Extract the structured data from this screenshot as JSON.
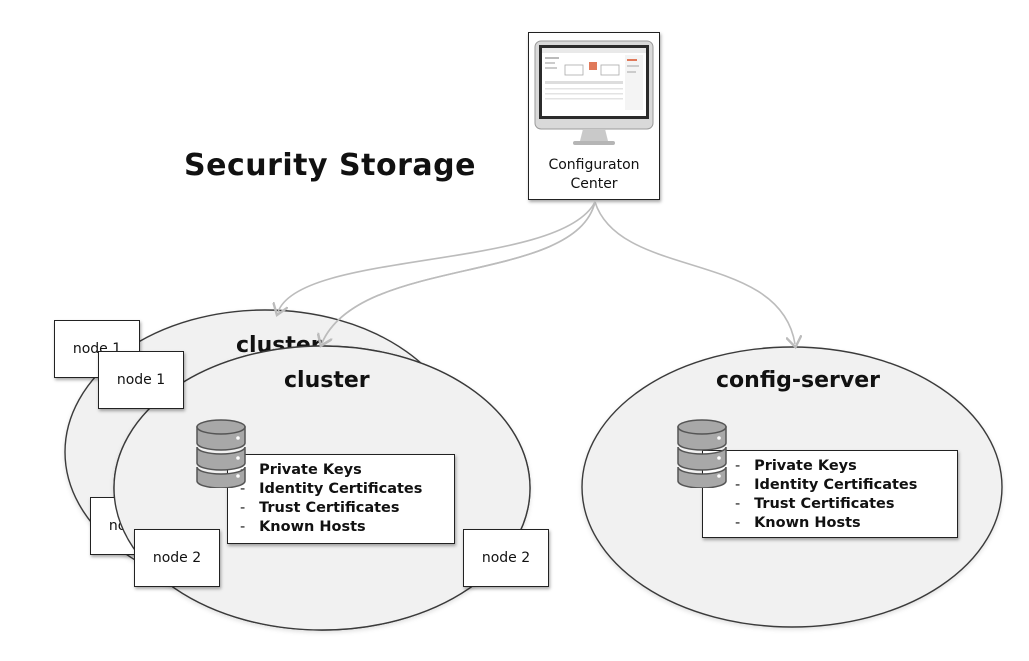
{
  "diagram": {
    "title": "Security Storage",
    "config_center": {
      "label_line1": "Configuraton",
      "label_line2": "Center"
    },
    "back_cluster": {
      "title": "cluster",
      "node1_label": "node 1",
      "node2_label": "node 2"
    },
    "front_cluster": {
      "title": "cluster",
      "node1_label": "node 1",
      "node2_left_label": "node 2",
      "node2_right_label": "node 2",
      "storage_items": [
        "Private Keys",
        "Identity Certificates",
        "Trust Certificates",
        "Known Hosts"
      ]
    },
    "config_server": {
      "title": "config-server",
      "storage_items": [
        "Private Keys",
        "Identity Certificates",
        "Trust Certificates",
        "Known Hosts"
      ]
    },
    "colors": {
      "ellipse_fill": "#f1f1f1",
      "ellipse_stroke": "#3a3a3a",
      "arrow": "#bcbcbc",
      "database": "#a8a8a8"
    },
    "icons": {
      "database": "database-icon",
      "monitor": "monitor-icon"
    }
  }
}
